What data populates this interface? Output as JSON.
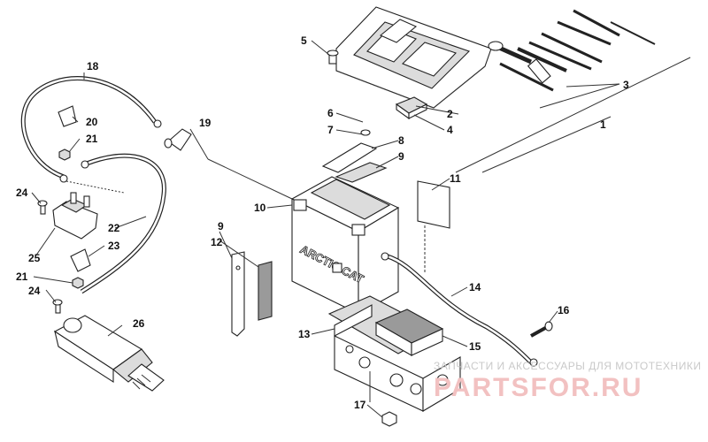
{
  "callouts": [
    {
      "id": "c1",
      "label": "1"
    },
    {
      "id": "c2",
      "label": "2"
    },
    {
      "id": "c3",
      "label": "3"
    },
    {
      "id": "c4",
      "label": "4"
    },
    {
      "id": "c5",
      "label": "5"
    },
    {
      "id": "c6",
      "label": "6"
    },
    {
      "id": "c7",
      "label": "7"
    },
    {
      "id": "c8",
      "label": "8"
    },
    {
      "id": "c9a",
      "label": "9"
    },
    {
      "id": "c9b",
      "label": "9"
    },
    {
      "id": "c10",
      "label": "10"
    },
    {
      "id": "c11",
      "label": "11"
    },
    {
      "id": "c12",
      "label": "12"
    },
    {
      "id": "c13",
      "label": "13"
    },
    {
      "id": "c14",
      "label": "14"
    },
    {
      "id": "c15",
      "label": "15"
    },
    {
      "id": "c16",
      "label": "16"
    },
    {
      "id": "c17",
      "label": "17"
    },
    {
      "id": "c18",
      "label": "18"
    },
    {
      "id": "c19",
      "label": "19"
    },
    {
      "id": "c20",
      "label": "20"
    },
    {
      "id": "c21a",
      "label": "21"
    },
    {
      "id": "c21b",
      "label": "21"
    },
    {
      "id": "c22",
      "label": "22"
    },
    {
      "id": "c23",
      "label": "23"
    },
    {
      "id": "c24a",
      "label": "24"
    },
    {
      "id": "c24b",
      "label": "24"
    },
    {
      "id": "c25",
      "label": "25"
    },
    {
      "id": "c26",
      "label": "26"
    }
  ],
  "battery_brand": "ARCTIC CAT",
  "watermark": {
    "text": "ЗАПЧАСТИ И АКСЕССУАРЫ ДЛЯ МОТОТЕХНИКИ",
    "logo": "PARTSFOR.RU"
  },
  "colors": {
    "line": "#222222",
    "watermark_logo": "#f2c1c1",
    "watermark_text": "#c9c9c9"
  }
}
